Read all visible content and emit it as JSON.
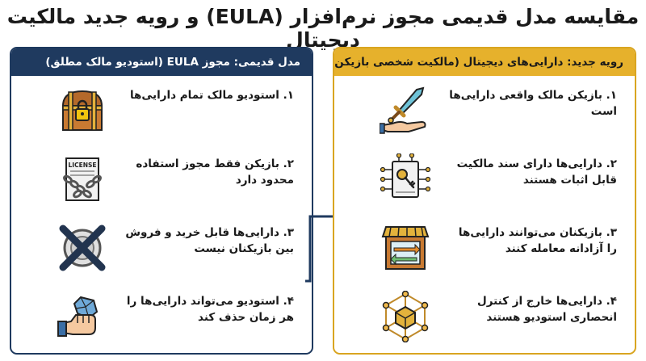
{
  "title": "مقایسه مدل قدیمی مجوز نرم‌افزار (EULA) و رویه جدید مالکیت دیجیتال",
  "colors": {
    "navy": "#1f3a5f",
    "gold": "#e6b12c",
    "gold_border": "#d9a521"
  },
  "old_model": {
    "header": "مدل قدیمی: مجوز EULA  (استودیو مالک مطلق)",
    "items": [
      {
        "text": "۱. استودیو مالک تمام دارایی‌ها",
        "icon": "treasure-chest-lock-icon"
      },
      {
        "text": "۲. بازیکن فقط مجوز استفاده محدود دارد",
        "icon": "license-chains-icon"
      },
      {
        "text": "۳. دارایی‌ها قابل خرید و فروش بین بازیکنان نیست",
        "icon": "crossed-coins-icon"
      },
      {
        "text": "۴. استودیو می‌تواند دارایی‌ها را هر زمان حذف کند",
        "icon": "crumpling-hand-icon"
      }
    ]
  },
  "new_model": {
    "header": "رویه جدید: دارایی‌های دیجیتال (مالکیت شخصی بازیکن)",
    "items": [
      {
        "text": "۱. بازیکن مالک واقعی دارایی‌ها است",
        "icon": "hand-sword-icon"
      },
      {
        "text": "۲. دارایی‌ها دارای سند مالکیت قابل اثبات هستند",
        "icon": "key-document-network-icon"
      },
      {
        "text": "۳. بازیکنان می‌توانند دارایی‌ها را آزادانه معامله کنند",
        "icon": "marketplace-exchange-icon"
      },
      {
        "text": "۴. دارایی‌ها خارج از کنترل انحصاری استودیو هستند",
        "icon": "blockchain-network-icon"
      }
    ]
  }
}
